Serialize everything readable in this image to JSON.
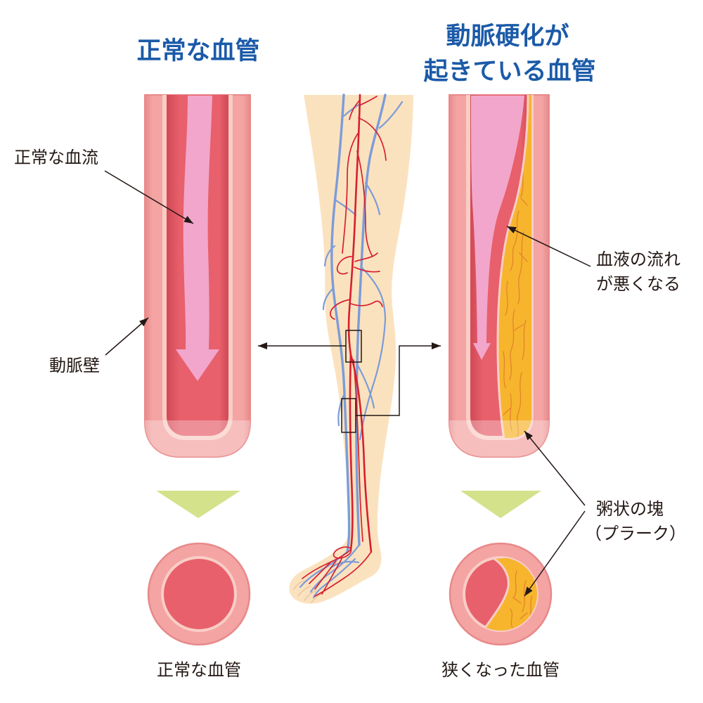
{
  "titles": {
    "normal_vessel": "正常な血管",
    "atherosclerotic_vessel": [
      "動脈硬化が",
      "起きている血管"
    ]
  },
  "labels": {
    "normal_flow": "正常な血流",
    "artery_wall": "動脈壁",
    "poor_flow": [
      "血液の流れ",
      "が悪くなる"
    ],
    "plaque": [
      "粥状の塊",
      "（プラーク）"
    ]
  },
  "captions": {
    "normal_cross_section": "正常な血管",
    "narrowed_cross_section": "狭くなった血管"
  },
  "colors": {
    "title": "#1b5aa8",
    "text": "#231815",
    "wall": "#f3a4a3",
    "wall_edge": "#e8898a",
    "intima": "#f9cdc6",
    "lumen": "#e7606b",
    "lumen_dark": "#d24956",
    "flow_arrow": "#f2a6cb",
    "plaque": "#f6b52d",
    "plaque_vein": "#e3802b",
    "skin": "#fbe2bf",
    "skin_shade": "#e9c49b",
    "artery": "#d71f2e",
    "vein": "#7b9cd8",
    "triangle": "#d3e28b"
  }
}
